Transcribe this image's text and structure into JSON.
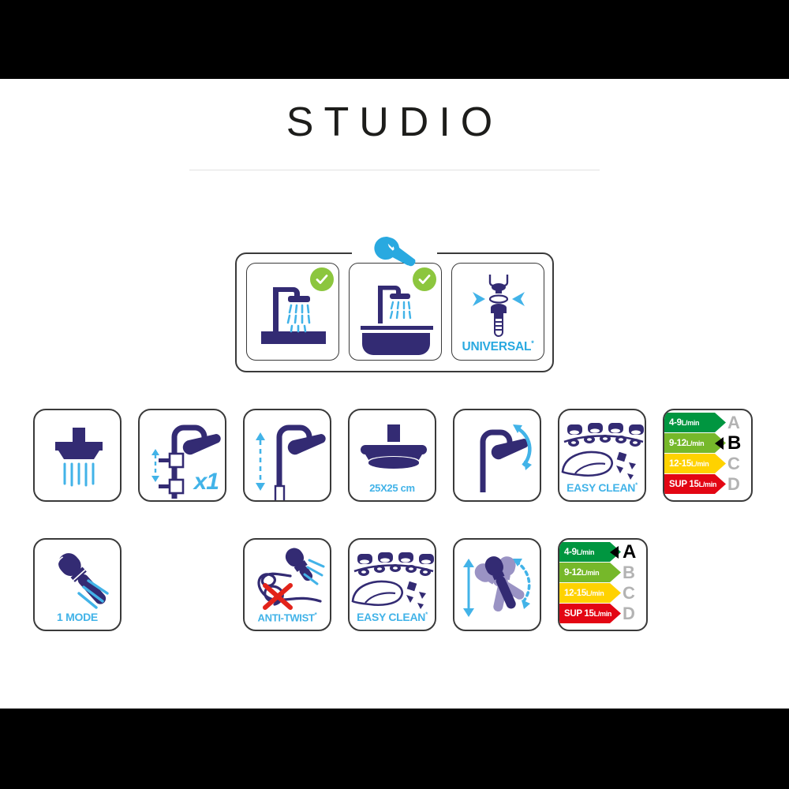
{
  "page": {
    "title": "STUDIO",
    "background": "#ffffff",
    "letterbox_color": "#000000"
  },
  "colors": {
    "navy": "#332b73",
    "cyan": "#42b3e8",
    "green_check": "#8cc63e",
    "band_a": "#009640",
    "band_b": "#76b82a",
    "band_c": "#ffd200",
    "band_d": "#e30613",
    "title": "#1d1d1b",
    "card_border": "#3a3a3a"
  },
  "install_panel": {
    "header_icon": "wrench-icon",
    "cards": [
      {
        "name": "shower-cabin",
        "icon": "shower-cabin-icon",
        "approved": true,
        "badge": "check-icon"
      },
      {
        "name": "bathtub",
        "icon": "bathtub-shower-icon",
        "approved": true,
        "badge": "check-icon"
      },
      {
        "name": "universal-connector",
        "icon": "universal-connector-icon",
        "label": "UNIVERSAL",
        "label_sup": "*"
      }
    ]
  },
  "feature_rows": [
    {
      "row": 1,
      "cards": [
        {
          "name": "rain-shower-head",
          "icon": "rain-shower-head-icon",
          "caption": ""
        },
        {
          "name": "sliding-bar-brackets",
          "icon": "shower-column-brackets-icon",
          "caption": "",
          "badge_text": "x1"
        },
        {
          "name": "height-adjustable",
          "icon": "height-adjustable-column-icon",
          "caption": ""
        },
        {
          "name": "head-size",
          "icon": "shower-head-side-icon",
          "caption": "25X25 cm"
        },
        {
          "name": "tilting-head",
          "icon": "tilting-head-icon",
          "caption": ""
        },
        {
          "name": "easy-clean-head",
          "icon": "easy-clean-nozzles-icon",
          "caption": "EASY CLEAN",
          "caption_sup": "*"
        }
      ],
      "energy_label": {
        "name": "energy-label-shower-head",
        "selected": "B",
        "bands": [
          {
            "letter": "A",
            "range": "4-9",
            "unit": "L/min",
            "color": "#009640"
          },
          {
            "letter": "B",
            "range": "9-12",
            "unit": "L/min",
            "color": "#76b82a"
          },
          {
            "letter": "C",
            "range": "12-15",
            "unit": "L/min",
            "color": "#ffd200"
          },
          {
            "letter": "D",
            "range": "SUP 15",
            "unit": "L/min",
            "color": "#e30613"
          }
        ]
      }
    },
    {
      "row": 2,
      "cards": [
        {
          "name": "spray-modes",
          "icon": "hand-shower-icon",
          "caption": "1 MODE"
        },
        {
          "name": "spacer",
          "icon": "",
          "caption": ""
        },
        {
          "name": "anti-twist",
          "icon": "anti-twist-hose-icon",
          "caption": "ANTI-TWIST",
          "caption_sup": "*"
        },
        {
          "name": "easy-clean-hand",
          "icon": "easy-clean-nozzles-icon",
          "caption": "EASY CLEAN",
          "caption_sup": "*"
        },
        {
          "name": "angle-adjustable",
          "icon": "hand-shower-angle-icon",
          "caption": ""
        }
      ],
      "energy_label": {
        "name": "energy-label-hand-shower",
        "selected": "A",
        "bands": [
          {
            "letter": "A",
            "range": "4-9",
            "unit": "L/min",
            "color": "#009640"
          },
          {
            "letter": "B",
            "range": "9-12",
            "unit": "L/min",
            "color": "#76b82a"
          },
          {
            "letter": "C",
            "range": "12-15",
            "unit": "L/min",
            "color": "#ffd200"
          },
          {
            "letter": "D",
            "range": "SUP 15",
            "unit": "L/min",
            "color": "#e30613"
          }
        ]
      }
    }
  ]
}
